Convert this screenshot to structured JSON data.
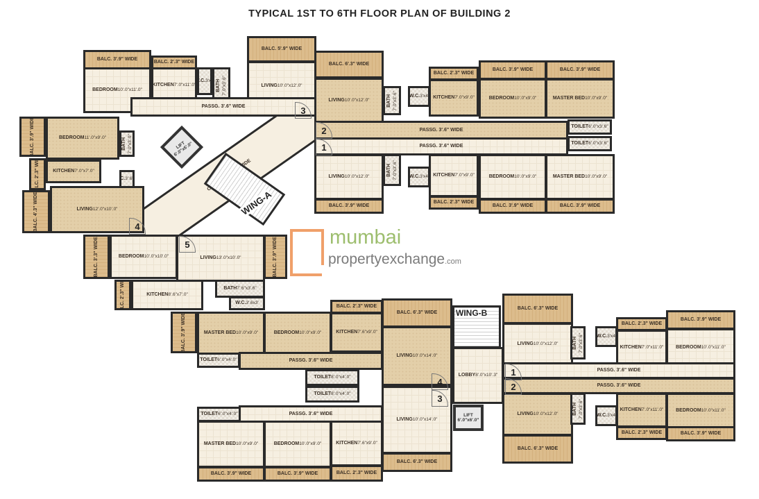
{
  "title": "TYPICAL 1ST TO 6TH FLOOR PLAN OF BUILDING 2",
  "rooms": {
    "a3_balc1": {
      "name": "BALC. 3'.9\" WIDE",
      "dims": ""
    },
    "a3_balc2": {
      "name": "BALC. 2'.3\" WIDE",
      "dims": ""
    },
    "a3_balc3": {
      "name": "BALC. 5'.9\" WIDE",
      "dims": ""
    },
    "a3_bed": {
      "name": "BEDROOM",
      "dims": "10'.0\"x11'.0\""
    },
    "a3_kit": {
      "name": "KITCHEN",
      "dims": "7'.0\"x11'.0\""
    },
    "a3_wc": {
      "name": "W.C.",
      "dims": "3'x4'"
    },
    "a3_bath": {
      "name": "BATH",
      "dims": "7'.0\"x3'.6\""
    },
    "a3_liv": {
      "name": "LIVING",
      "dims": "10'.0\"x12'.0\""
    },
    "a3_pass": {
      "name": "PASSG. 3'.6\" WIDE",
      "dims": ""
    },
    "a4_balc1": {
      "name": "BALC. 3'.9\" WIDE",
      "dims": ""
    },
    "a4_bed": {
      "name": "BEDROOM",
      "dims": "11'.0\"x9'.0\""
    },
    "a4_bath": {
      "name": "BATH",
      "dims": "7'.0\"x3'.0\""
    },
    "a4_balc2": {
      "name": "BALC. 2'.3\" WIDE",
      "dims": ""
    },
    "a4_kit": {
      "name": "KITCHEN",
      "dims": "7'.0\"x7'.0\""
    },
    "a4_wc": {
      "name": "W.C.",
      "dims": "3'.6\"x4'"
    },
    "a4_balc3": {
      "name": "BALC. 4'.3\" WIDE",
      "dims": ""
    },
    "a4_liv": {
      "name": "LIVING",
      "dims": "12'.0\"x10'.0\""
    },
    "a5_balc1": {
      "name": "BALC. 3'.3\" WIDE",
      "dims": ""
    },
    "a5_bed": {
      "name": "BEDROOM",
      "dims": "10'.0\"x10'.0\""
    },
    "a5_liv": {
      "name": "LIVING",
      "dims": "13'.0\"x10'.0\""
    },
    "a5_balc2": {
      "name": "BALC. 3'.9\" WIDE",
      "dims": ""
    },
    "a5_balc3": {
      "name": "BALC. 2'.3\" WIDE",
      "dims": ""
    },
    "a5_kit": {
      "name": "KITCHEN",
      "dims": "8'.6\"x7'.0\""
    },
    "a5_bath": {
      "name": "BATH",
      "dims": "7'.6\"x3'.6\""
    },
    "a5_wc": {
      "name": "W.C.",
      "dims": "3'.6x3'"
    },
    "a2_balc1": {
      "name": "BALC. 6'.3\" WIDE",
      "dims": ""
    },
    "a2_liv": {
      "name": "LIVING",
      "dims": "10'.0\"x12'.0\""
    },
    "a2_bath": {
      "name": "BATH",
      "dims": "7'.0\"x3'.6\""
    },
    "a2_wc": {
      "name": "W.C.",
      "dims": "3'x4'"
    },
    "a2_balc2": {
      "name": "BALC. 2'.3\" WIDE",
      "dims": ""
    },
    "a2_kit": {
      "name": "KITCHEN",
      "dims": "7'.0\"x9'.0\""
    },
    "a2_balc3": {
      "name": "BALC. 3'.9\" WIDE",
      "dims": ""
    },
    "a2_bed": {
      "name": "BEDROOM",
      "dims": "10'.0\"x9'.0\""
    },
    "a2_balc4": {
      "name": "BALC. 3'.9\" WIDE",
      "dims": ""
    },
    "a2_mbed": {
      "name": "MASTER BED",
      "dims": "10'.0\"x9'.0\""
    },
    "a2_pass": {
      "name": "PASSG. 3'.6\" WIDE",
      "dims": ""
    },
    "a2_toil": {
      "name": "TOILET",
      "dims": "6'.0\"x3'.6\""
    },
    "a1_toil": {
      "name": "TOILET",
      "dims": "6'.0\"x3'.6\""
    },
    "a1_pass": {
      "name": "PASSG. 3'.6\" WIDE",
      "dims": ""
    },
    "a1_liv": {
      "name": "LIVING",
      "dims": "10'.0\"x12'.0\""
    },
    "a1_bath": {
      "name": "BATH",
      "dims": "7'.0\"x3'.6\""
    },
    "a1_wc": {
      "name": "W.C.",
      "dims": "3'x4'"
    },
    "a1_kit": {
      "name": "KITCHEN",
      "dims": "7'.0\"x9'.0\""
    },
    "a1_bed": {
      "name": "BEDROOM",
      "dims": "10'.0\"x9'.0\""
    },
    "a1_mbed": {
      "name": "MASTER BED",
      "dims": "10'.0\"x9'.0\""
    },
    "a1_balc1": {
      "name": "BALC. 3'.9\" WIDE",
      "dims": ""
    },
    "a1_balc2": {
      "name": "BALC. 2'.3\" WIDE",
      "dims": ""
    },
    "a1_balc3": {
      "name": "BALC. 3'.9\" WIDE",
      "dims": ""
    },
    "a1_balc4": {
      "name": "BALC. 3'.9\" WIDE",
      "dims": ""
    },
    "b4_balc1": {
      "name": "BALC. 3'.9\" WIDE",
      "dims": ""
    },
    "b4_mbed": {
      "name": "MASTER BED",
      "dims": "10'.0\"x9'.0\""
    },
    "b4_bed": {
      "name": "BEDROOM",
      "dims": "10'.0\"x9'.0\""
    },
    "b4_balc2": {
      "name": "BALC. 2'.3\" WIDE",
      "dims": ""
    },
    "b4_kit": {
      "name": "KITCHEN",
      "dims": "7'.6\"x9'.0\""
    },
    "b4_balc3": {
      "name": "BALC. 6'.3\" WIDE",
      "dims": ""
    },
    "b4_liv": {
      "name": "LIVING",
      "dims": "10'.0\"x14'.0\""
    },
    "b4_pass": {
      "name": "PASSG. 3'.6\" WIDE",
      "dims": ""
    },
    "b4_toil1": {
      "name": "TOILET",
      "dims": "6'.0\"x4'.0\""
    },
    "b4_toil2": {
      "name": "TOILET",
      "dims": "8'.0\"x4'.0\""
    },
    "b3_toil2": {
      "name": "TOILET",
      "dims": "8'.0\"x4'.0\""
    },
    "b3_toil1": {
      "name": "TOILET",
      "dims": "6'.0\"x4'.0\""
    },
    "b3_pass": {
      "name": "PASSG. 3'.6\" WIDE",
      "dims": ""
    },
    "b3_liv": {
      "name": "LIVING",
      "dims": "10'.0\"x14'.0\""
    },
    "b3_mbed": {
      "name": "MASTER BED",
      "dims": "10'.0\"x9'.0\""
    },
    "b3_bed": {
      "name": "BEDROOM",
      "dims": "10'.0\"x9'.0\""
    },
    "b3_kit": {
      "name": "KITCHEN",
      "dims": "7'.6\"x9'.0\""
    },
    "b3_balc1": {
      "name": "BALC. 3'.9\" WIDE",
      "dims": ""
    },
    "b3_balc2": {
      "name": "BALC. 3'.9\" WIDE",
      "dims": ""
    },
    "b3_balc3": {
      "name": "BALC. 2'.3\" WIDE",
      "dims": ""
    },
    "b3_balc4": {
      "name": "BALC. 6'.3\" WIDE",
      "dims": ""
    },
    "b_lobby": {
      "name": "LOBBY",
      "dims": "8'.0\"x10'.3\""
    },
    "b1_balc1": {
      "name": "BALC. 6'.3\" WIDE",
      "dims": ""
    },
    "b1_liv": {
      "name": "LIVING",
      "dims": "10'.0\"x12'.0\""
    },
    "b1_bath": {
      "name": "BATH",
      "dims": "7'.0\"x3'.6\""
    },
    "b1_wc": {
      "name": "W.C.",
      "dims": "3'x4'"
    },
    "b1_balc2": {
      "name": "BALC. 2'.3\" WIDE",
      "dims": ""
    },
    "b1_kit": {
      "name": "KITCHEN",
      "dims": "7'.0\"x11'.0\""
    },
    "b1_balc3": {
      "name": "BALC. 3'.9\" WIDE",
      "dims": ""
    },
    "b1_bed": {
      "name": "BEDROOM",
      "dims": "10'.0\"x11'.0\""
    },
    "b1_pass": {
      "name": "PASSG. 3'.6\" WIDE",
      "dims": ""
    },
    "b2_pass": {
      "name": "PASSG. 3'.6\" WIDE",
      "dims": ""
    },
    "b2_liv": {
      "name": "LIVING",
      "dims": "10'.0\"x12'.0\""
    },
    "b2_bath": {
      "name": "BATH",
      "dims": "7'.0\"x3'.6\""
    },
    "b2_wc": {
      "name": "W.C.",
      "dims": "3'x4'"
    },
    "b2_kit": {
      "name": "KITCHEN",
      "dims": "7'.0\"x11'.0\""
    },
    "b2_bed": {
      "name": "BEDROOM",
      "dims": "10'.0\"x11'.0\""
    },
    "b2_balc1": {
      "name": "BALC. 2'.3\" WIDE",
      "dims": ""
    },
    "b2_balc2": {
      "name": "BALC. 3'.9\" WIDE",
      "dims": ""
    },
    "b2_balc3": {
      "name": "BALC. 6'.3\" WIDE",
      "dims": ""
    }
  },
  "wing_a": {
    "label": "WING-A",
    "corridor": "CORRIDOR 6'.0\" WIDE",
    "lift_name": "LIFT",
    "lift_dims": "6'.0\"x6'.0\""
  },
  "wing_b": {
    "label": "WING-B",
    "lift_name": "LIFT",
    "lift_dims": "6'.0\"x6'.0\""
  },
  "flat_numbers": {
    "a1": "1",
    "a2": "2",
    "a3": "3",
    "a4": "4",
    "a5": "5",
    "b1": "1",
    "b2": "2",
    "b3": "3",
    "b4": "4"
  },
  "watermark": {
    "word1": "mumbai",
    "word2": "propertyexchange",
    "suffix": ".com"
  }
}
